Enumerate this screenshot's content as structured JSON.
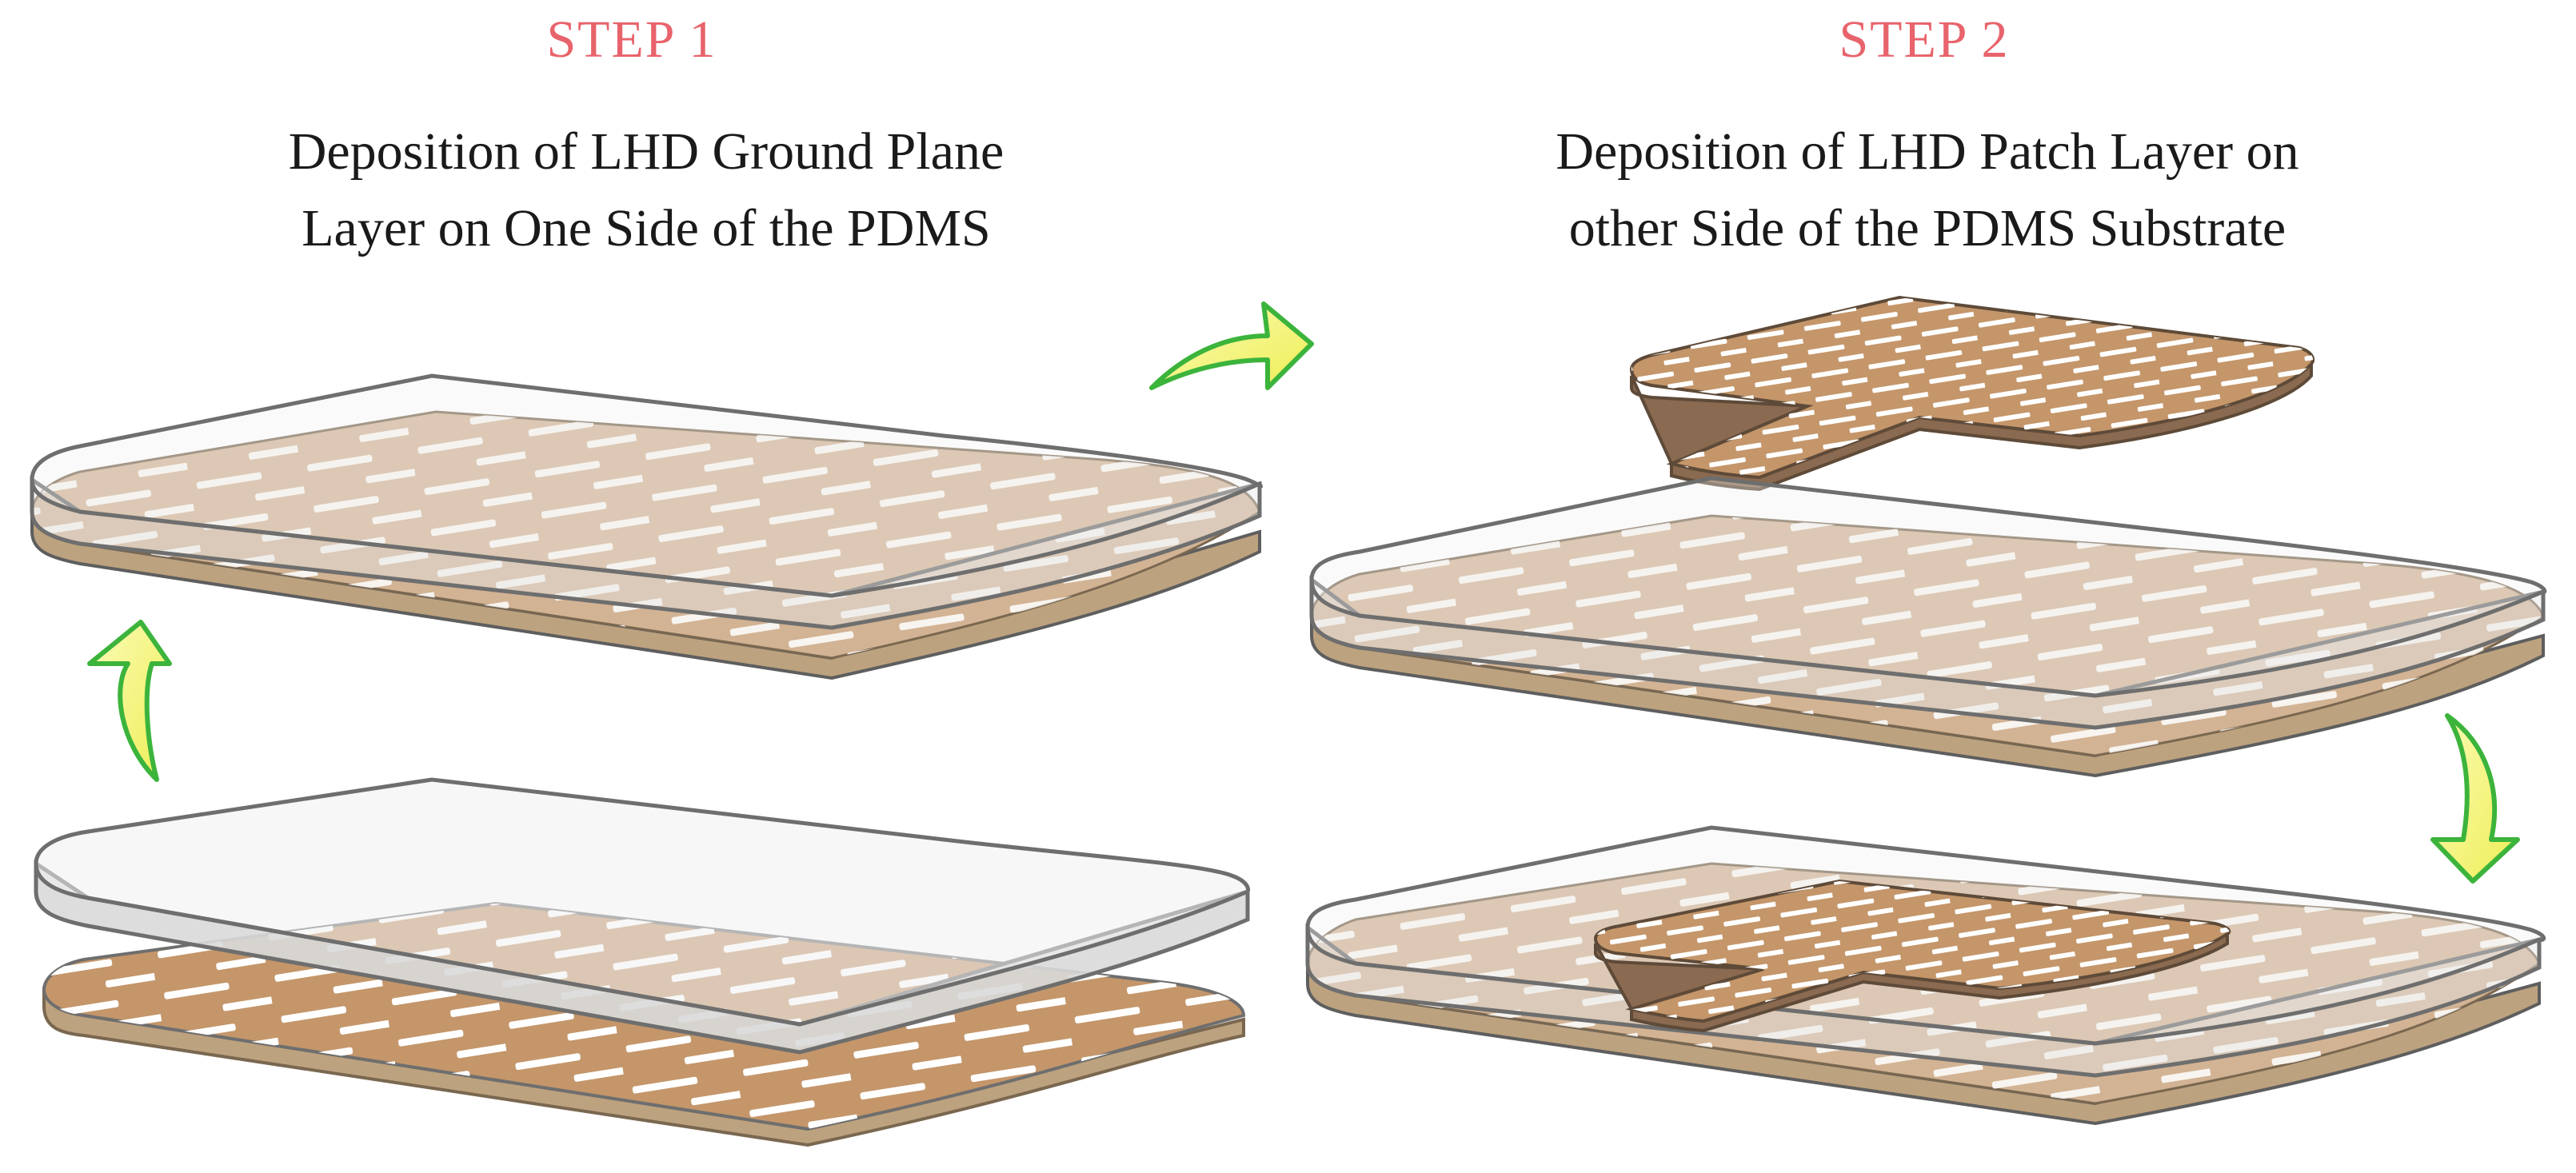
{
  "steps": [
    {
      "label": "STEP 1",
      "description_lines": [
        "Deposition of LHD Ground Plane",
        "Layer on One Side of the PDMS"
      ]
    },
    {
      "label": "STEP 2",
      "description_lines": [
        "Deposition of LHD Patch Layer on",
        "other Side of the PDMS Substrate"
      ]
    }
  ],
  "colors": {
    "step_label": "#e8636b",
    "text": "#1a1a1a",
    "pdms_fill": "#eeeeee",
    "pdms_stroke": "#6e6e6e",
    "lhd_fill": "#c4966a",
    "lhd_fill_through_pdms": "#d2b394",
    "lhd_edge": "#a08062",
    "arrow_fill": "#f6f67a",
    "arrow_stroke": "#3cb43c"
  }
}
